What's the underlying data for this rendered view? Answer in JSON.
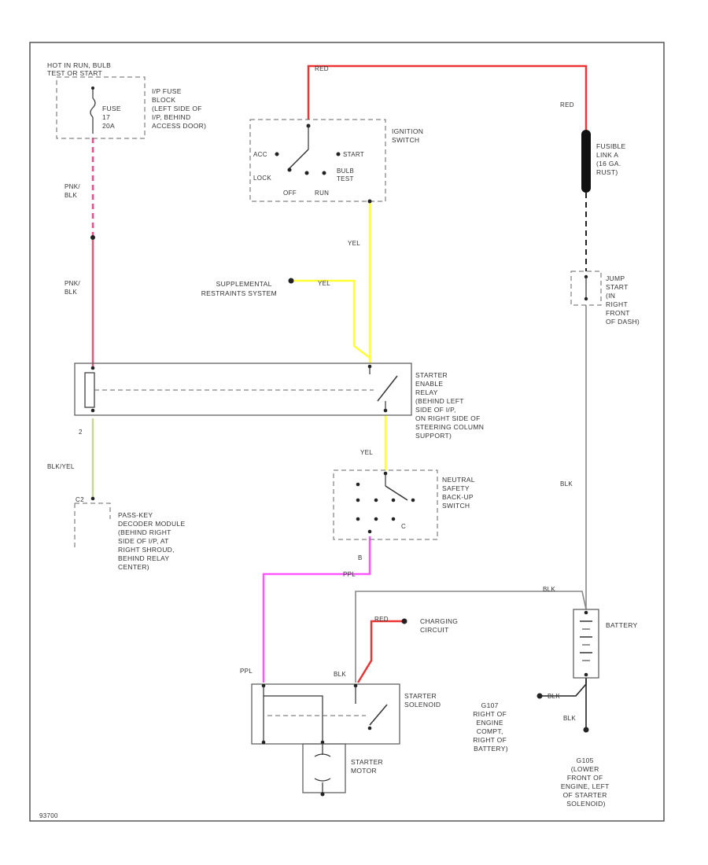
{
  "hot_label": [
    "HOT IN RUN, BULB",
    "TEST OR START"
  ],
  "fuse_block_label": [
    "I/P FUSE",
    "BLOCK",
    "(LEFT SIDE OF",
    "I/P, BEHIND",
    "ACCESS DOOR)"
  ],
  "fuse_label": [
    "FUSE",
    "17",
    "20A"
  ],
  "ignition": {
    "title": [
      "IGNITION",
      "SWITCH"
    ],
    "acc": "ACC",
    "start": "START",
    "lock": "LOCK",
    "bulb_test": [
      "BULB",
      "TEST"
    ],
    "off": "OFF",
    "run": "RUN"
  },
  "fusible_link_label": [
    "FUSIBLE",
    "LINK A",
    "(16 GA.",
    "RUST)"
  ],
  "junction_label": [
    "JUMP",
    "START",
    "(IN",
    "RIGHT",
    "FRONT",
    "OF DASH)"
  ],
  "srs_label": [
    "SUPPLEMENTAL",
    "RESTRAINTS SYSTEM"
  ],
  "starter_relay_label": [
    "STARTER",
    "ENABLE",
    "RELAY",
    "(BEHIND LEFT",
    "SIDE OF I/P,",
    "ON RIGHT SIDE OF",
    "STEERING COLUMN",
    "SUPPORT)"
  ],
  "neutral_switch_label": [
    "NEUTRAL",
    "SAFETY",
    "BACK-UP",
    "SWITCH"
  ],
  "passkey_label": [
    "PASS-KEY",
    "DECODER MODULE",
    "(BEHIND RIGHT",
    "SIDE OF I/P, AT",
    "RIGHT SHROUD,",
    "BEHIND RELAY",
    "CENTER)"
  ],
  "charging_label": [
    "CHARGING",
    "CIRCUIT"
  ],
  "battery_label": "BATTERY",
  "starter_solenoid_label": [
    "STARTER",
    "SOLENOID"
  ],
  "starter_motor_label": [
    "STARTER",
    "MOTOR"
  ],
  "ground1_label": [
    "G107",
    "RIGHT OF",
    "ENGINE",
    "COMPT,",
    "RIGHT OF",
    "BATTERY)"
  ],
  "ground2_label": [
    "G105",
    "(LOWER",
    "FRONT OF",
    "ENGINE, LEFT",
    "OF STARTER",
    "SOLENOID)"
  ],
  "wire_labels": {
    "red_top": "RED",
    "red_right": "RED",
    "pnk_blk_1": "PNK/\nBLK",
    "pnk_blk_2": "PNK/\nBLK",
    "yel_1": "YEL",
    "yel_srs": "YEL",
    "yel_2": "YEL",
    "blk_wht": "BLK/YEL",
    "blk_right": "BLK",
    "ppl_1": "PPL",
    "ppl_2": "PPL",
    "blk_top": "BLK",
    "red_solenoid": "RED",
    "blk_solenoid": "BLK",
    "blk_ground1": "BLK",
    "blk_ground2": "BLK"
  },
  "pin_labels": {
    "relay_pin": "2",
    "passkey_pin": "C2",
    "neutral_pin": "B",
    "neutral_pin_c": "C"
  },
  "footer_code": "93700",
  "colors": {
    "red": "#ee3333",
    "pink": "#ff4488",
    "yellow": "#ffff33",
    "olive": "#c8d890",
    "purple": "#ff55ff",
    "black": "#111111",
    "gray": "#888888"
  }
}
